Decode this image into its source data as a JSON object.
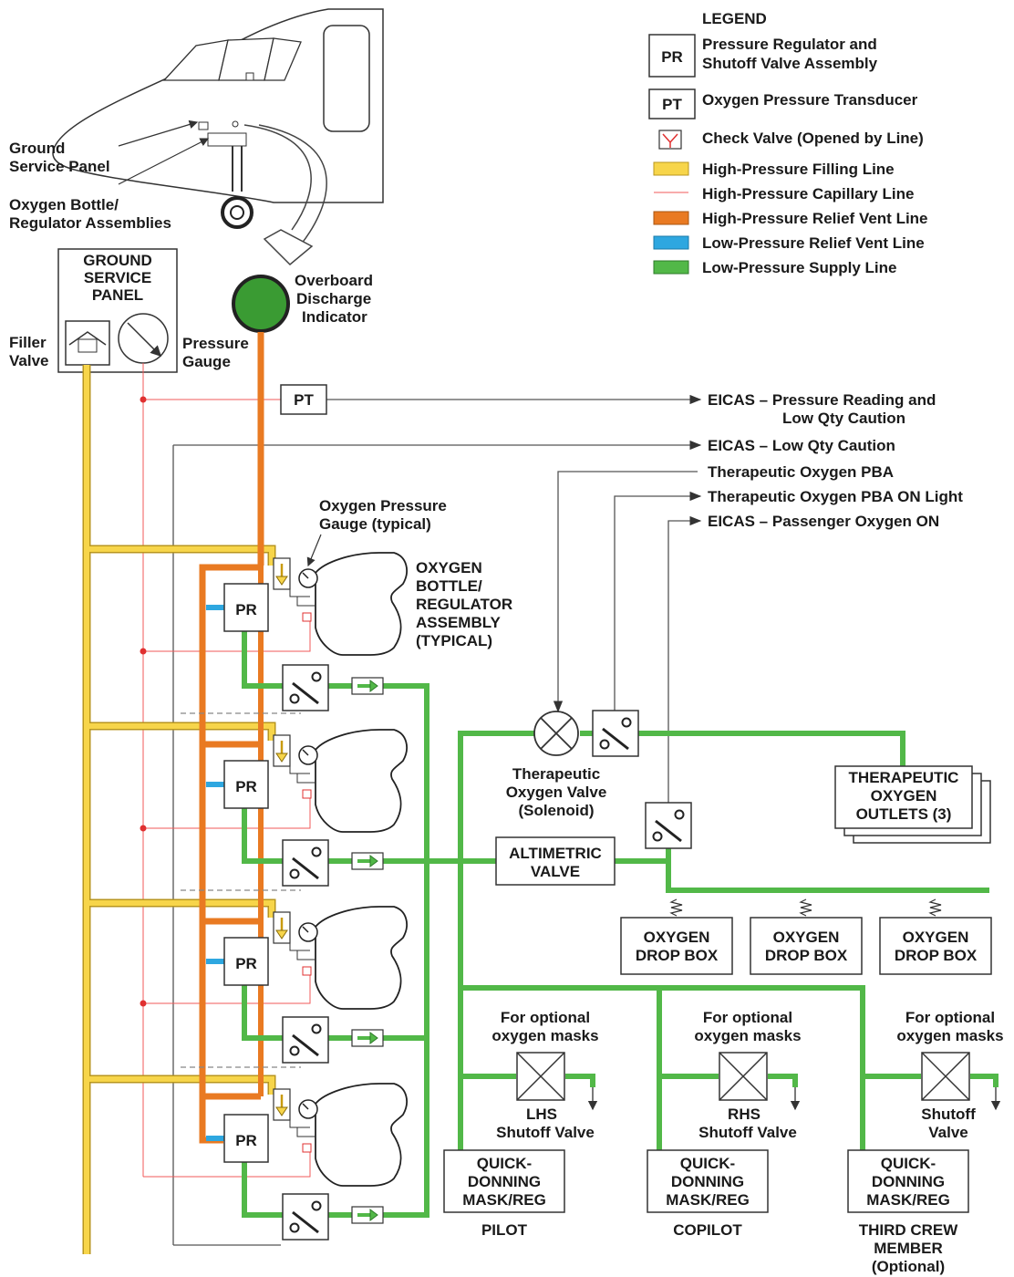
{
  "colors": {
    "high_pressure_filling": "#f7d54a",
    "high_pressure_capillary": "#f05a5a",
    "high_pressure_relief_vent": "#e97a22",
    "low_pressure_relief_vent": "#2ea7e0",
    "low_pressure_supply": "#52b848",
    "overboard_indicator": "#3a9b33"
  },
  "symbols": {
    "pr": "PR",
    "pt": "PT"
  },
  "legend": {
    "title": "LEGEND",
    "pr_1": "Pressure Regulator and",
    "pr_2": "Shutoff Valve Assembly",
    "pt": "Oxygen Pressure Transducer",
    "check_valve": "Check Valve (Opened by Line)",
    "filling": "High-Pressure Filling Line",
    "capillary": "High-Pressure Capillary Line",
    "hp_vent": "High-Pressure Relief Vent Line",
    "lp_vent": "Low-Pressure Relief Vent Line",
    "supply": "Low-Pressure Supply Line"
  },
  "outputs": {
    "eicas_pressure_1": "EICAS – Pressure Reading and",
    "eicas_pressure_2": "Low Qty Caution",
    "eicas_low_qty": "EICAS – Low Qty Caution",
    "therapeutic_pba": "Therapeutic Oxygen PBA",
    "therapeutic_pba_on": "Therapeutic Oxygen PBA ON Light",
    "eicas_passenger": "EICAS – Passenger Oxygen ON"
  },
  "labels": {
    "ground_service_panel_1": "Ground",
    "ground_service_panel_2": "Service Panel",
    "bottle_regulator_1": "Oxygen Bottle/",
    "bottle_regulator_2": "Regulator Assemblies",
    "gsp_title_1": "GROUND",
    "gsp_title_2": "SERVICE",
    "gsp_title_3": "PANEL",
    "filler_1": "Filler",
    "filler_2": "Valve",
    "pressure_1": "Pressure",
    "pressure_2": "Gauge",
    "overboard_1": "Overboard",
    "overboard_2": "Discharge",
    "overboard_3": "Indicator",
    "o2_gauge_1": "Oxygen Pressure",
    "o2_gauge_2": "Gauge (typical)",
    "assembly_1": "OXYGEN",
    "assembly_2": "BOTTLE/",
    "assembly_3": "REGULATOR",
    "assembly_4": "ASSEMBLY",
    "assembly_5": "(TYPICAL)",
    "ther_valve_1": "Therapeutic",
    "ther_valve_2": "Oxygen Valve",
    "ther_valve_3": "(Solenoid)",
    "outlets_1": "THERAPEUTIC",
    "outlets_2": "OXYGEN",
    "outlets_3": "OUTLETS (3)",
    "altimetric_1": "ALTIMETRIC",
    "altimetric_2": "VALVE",
    "drop_1": "OXYGEN",
    "drop_2": "DROP BOX",
    "optional_1": "For optional",
    "optional_2": "oxygen masks",
    "lhs_1": "LHS",
    "rhs_1": "RHS",
    "shutoff_valve": "Shutoff Valve",
    "shutoff": "Shutoff",
    "valve": "Valve",
    "mask_1": "QUICK-",
    "mask_2": "DONNING",
    "mask_3": "MASK/REG",
    "pilot": "PILOT",
    "copilot": "COPILOT",
    "third_1": "THIRD CREW",
    "third_2": "MEMBER",
    "third_3": "(Optional)"
  }
}
